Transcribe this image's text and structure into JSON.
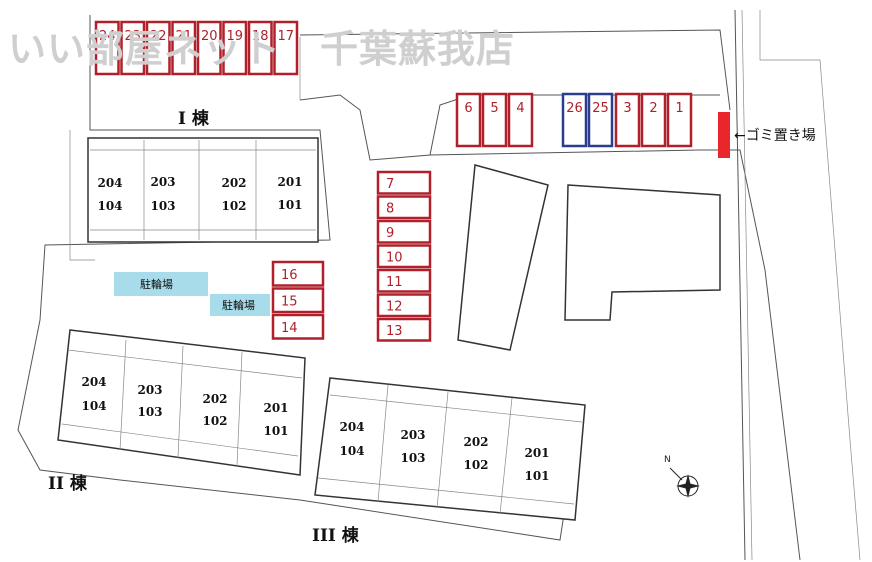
{
  "watermark": "いい部屋ネット　千葉蘇我店",
  "buildings": {
    "b1": {
      "label": "I 棟",
      "upper": [
        "204",
        "203",
        "202",
        "201"
      ],
      "lower": [
        "104",
        "103",
        "102",
        "101"
      ]
    },
    "b2": {
      "label": "II 棟",
      "upper": [
        "204",
        "203",
        "202",
        "201"
      ],
      "lower": [
        "104",
        "103",
        "102",
        "101"
      ]
    },
    "b3": {
      "label": "III 棟",
      "upper": [
        "204",
        "203",
        "202",
        "201"
      ],
      "lower": [
        "104",
        "103",
        "102",
        "101"
      ]
    }
  },
  "parking": {
    "top_row": [
      "24",
      "23",
      "22",
      "21",
      "20",
      "19",
      "18",
      "17"
    ],
    "right_row_left": [
      "6",
      "5",
      "4"
    ],
    "right_row_blue": [
      "26",
      "25"
    ],
    "right_row_right": [
      "3",
      "2",
      "1"
    ],
    "column": [
      "7",
      "8",
      "9",
      "10",
      "11",
      "12",
      "13"
    ],
    "small": [
      "16",
      "15",
      "14"
    ]
  },
  "bicycle": {
    "label1": "駐輪場",
    "label2": "駐輪場"
  },
  "garbage": {
    "label": "←ゴミ置き場",
    "color": "#e8262b"
  },
  "colors": {
    "slot_red": "#b1202a",
    "slot_blue": "#2a3d8f",
    "bike": "#a9dcea"
  }
}
